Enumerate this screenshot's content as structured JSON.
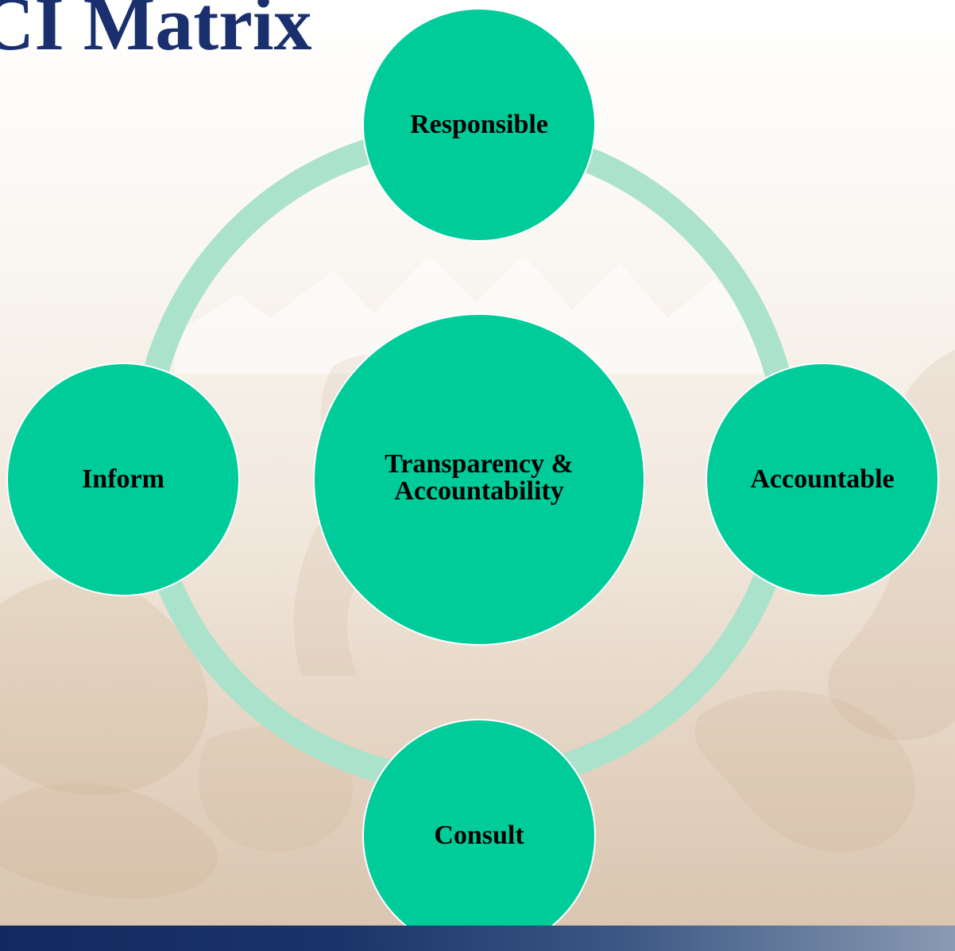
{
  "slide": {
    "title": "CI Matrix"
  },
  "colors": {
    "title": "#1a2f6e",
    "node_fill": "#00cc9a",
    "node_border": "#ffffff",
    "ring": "#abe2cb",
    "footer_start": "#13295f",
    "footer_end": "#8a9ab2"
  },
  "diagram": {
    "type": "cycle",
    "center": {
      "line1": "Transparency &",
      "line2": "Accountability"
    },
    "nodes": [
      {
        "label": "Responsible"
      },
      {
        "label": "Accountable"
      },
      {
        "label": "Consult"
      },
      {
        "label": "Inform"
      }
    ]
  }
}
